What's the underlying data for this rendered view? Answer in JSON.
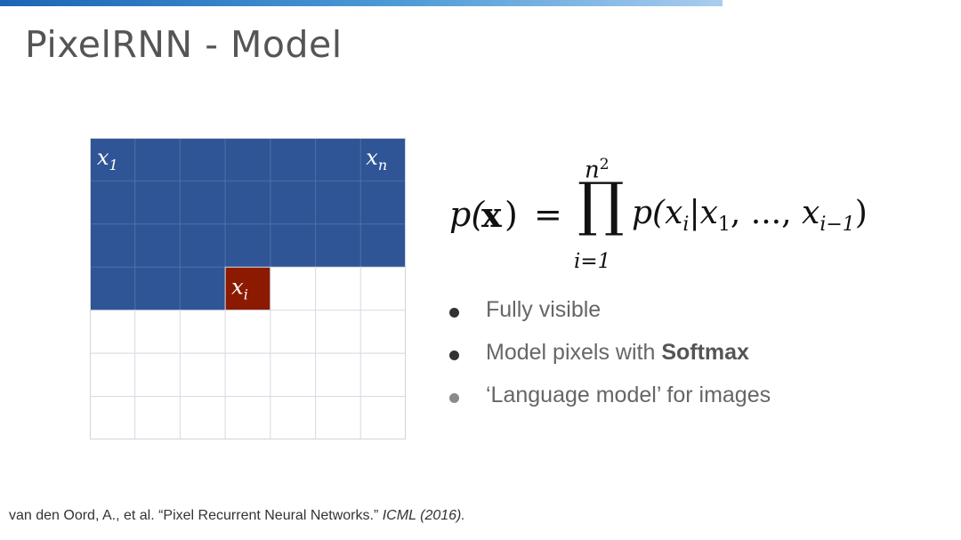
{
  "slide": {
    "title": "PixelRNN - Model",
    "accent_bar_color": "#1a66b5"
  },
  "grid": {
    "rows": 7,
    "cols": 7,
    "current_row": 3,
    "current_col": 3,
    "visible_color": "#2f5596",
    "current_color": "#8b1a00",
    "empty_color": "#ffffff",
    "labels": {
      "first": {
        "base": "x",
        "sub": "1"
      },
      "last": {
        "base": "x",
        "sub": "n"
      },
      "current": {
        "base": "x",
        "sub": "i"
      }
    }
  },
  "formula": {
    "lhs": "p(",
    "lhs_bold": "x",
    "lhs_close": ")",
    "equals": "=",
    "product": "∏",
    "upper_limit_base": "n",
    "upper_limit_exp": "2",
    "lower_limit": "i=1",
    "rhs_p": "p(",
    "rhs_x": "x",
    "rhs_sub_i": "i",
    "rhs_bar": "|",
    "rhs_x1": "x",
    "rhs_sub_1": "1",
    "rhs_mid": ", ..., ",
    "rhs_x2": "x",
    "rhs_sub_im1": "i−1",
    "rhs_close": ")"
  },
  "bullets": [
    {
      "text": "Fully visible"
    },
    {
      "text_before": "Model pixels with ",
      "bold": "Softmax"
    },
    {
      "text": "‘Language model’ for images"
    }
  ],
  "citation": {
    "text": "van den Oord, A., et al. “Pixel Recurrent Neural Networks.” ",
    "italic": "ICML (2016)."
  }
}
